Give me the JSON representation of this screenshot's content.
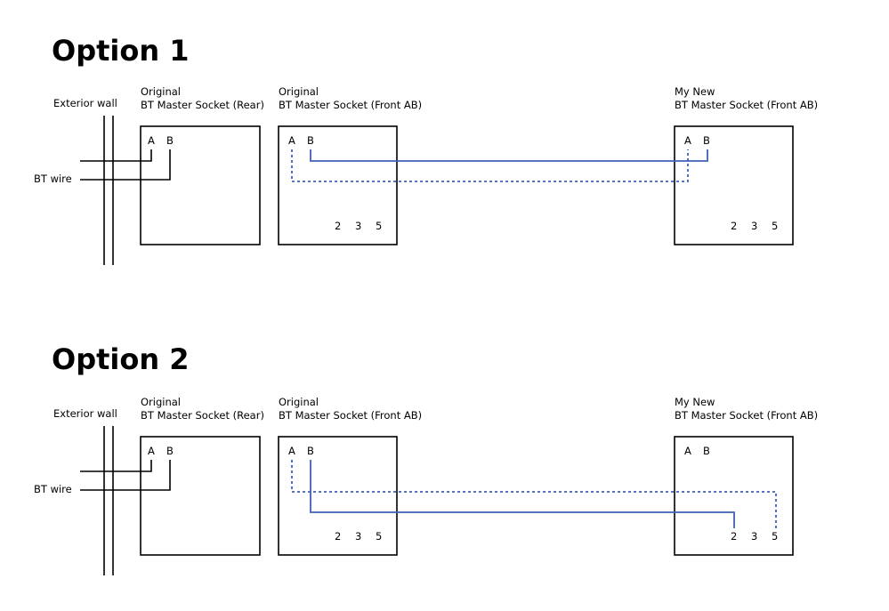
{
  "options": [
    {
      "title": "Option 1",
      "exterior_wall_label": "Exterior wall",
      "bt_wire_label": "BT wire",
      "sockets": [
        {
          "line1": "Original",
          "line2": "BT Master Socket (Rear)",
          "a": "A",
          "b": "B"
        },
        {
          "line1": "Original",
          "line2": "BT Master Socket (Front AB)",
          "a": "A",
          "b": "B",
          "t2": "2",
          "t3": "3",
          "t5": "5"
        },
        {
          "line1": "My New",
          "line2": "BT Master Socket (Front AB)",
          "a": "A",
          "b": "B",
          "t2": "2",
          "t3": "3",
          "t5": "5"
        }
      ]
    },
    {
      "title": "Option 2",
      "exterior_wall_label": "Exterior wall",
      "bt_wire_label": "BT wire",
      "sockets": [
        {
          "line1": "Original",
          "line2": "BT Master Socket (Rear)",
          "a": "A",
          "b": "B"
        },
        {
          "line1": "Original",
          "line2": "BT Master Socket (Front AB)",
          "a": "A",
          "b": "B",
          "t2": "2",
          "t3": "3",
          "t5": "5"
        },
        {
          "line1": "My New",
          "line2": "BT Master Socket (Front AB)",
          "a": "A",
          "b": "B",
          "t2": "2",
          "t3": "3",
          "t5": "5"
        }
      ]
    }
  ],
  "colors": {
    "wire_solid": "#4060b8",
    "wire_dotted": "#4060b8",
    "lines": "#000000"
  }
}
